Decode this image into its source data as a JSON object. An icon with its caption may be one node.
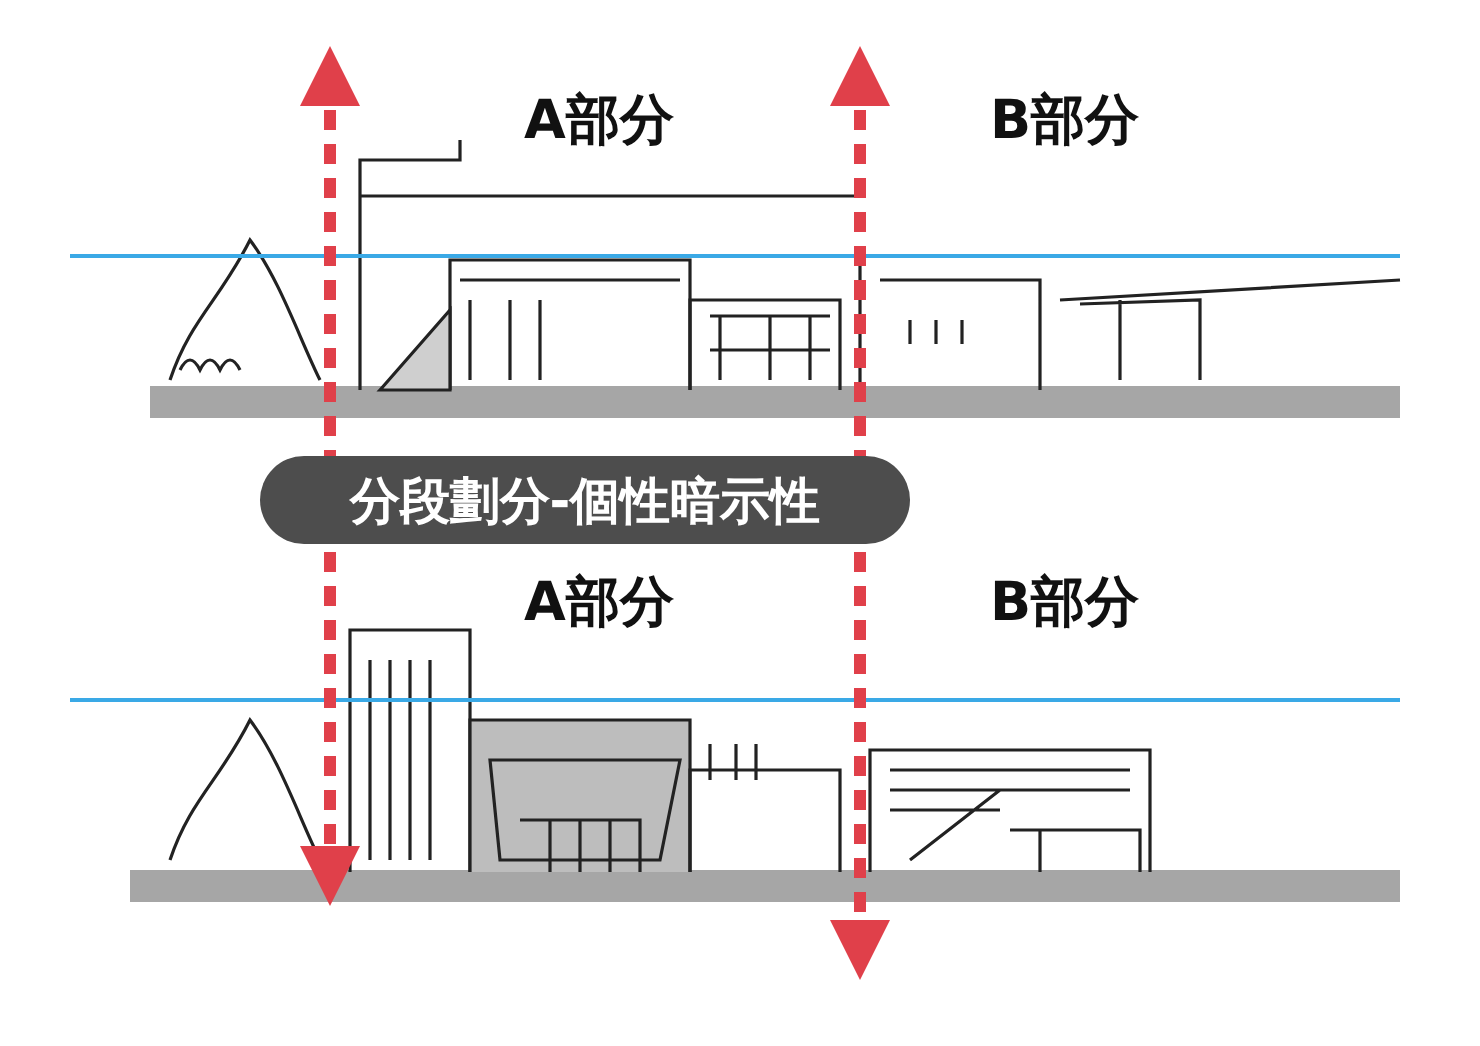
{
  "diagram": {
    "nodes": [
      {
        "text": [
          "分段劃分-個性暗示性"
        ]
      }
    ],
    "edges": [],
    "labels": [
      "A部分",
      "B部分",
      "A部分",
      "B部分"
    ]
  }
}
